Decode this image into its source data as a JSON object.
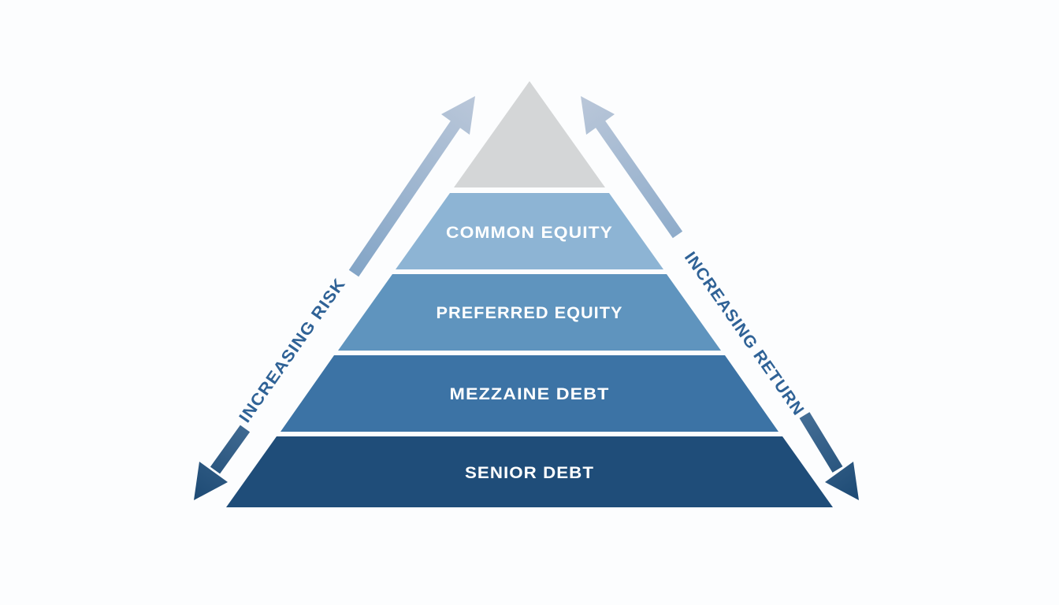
{
  "diagram": {
    "type": "pyramid",
    "apex": {
      "color": "#d4d6d7"
    },
    "levels": [
      {
        "label": "COMMON EQUITY",
        "color": "#8db4d4"
      },
      {
        "label": "PREFERRED EQUITY",
        "color": "#5f94be"
      },
      {
        "label": "MEZZAINE DEBT",
        "color": "#3c73a5"
      },
      {
        "label": "SENIOR DEBT",
        "color": "#1f4d79"
      }
    ],
    "left_arrow_label": "INCREASING RISK",
    "right_arrow_label": "INCREASING RETURN",
    "colors": {
      "background": "#fcfdfe",
      "level_label_text": "#ffffff",
      "arrow_label_text": "#2f6296",
      "arrow_gradient_top": "#bac7d9",
      "arrow_gradient_mid": "#7ba0c4",
      "arrow_gradient_bottom": "#1d4a74"
    }
  }
}
